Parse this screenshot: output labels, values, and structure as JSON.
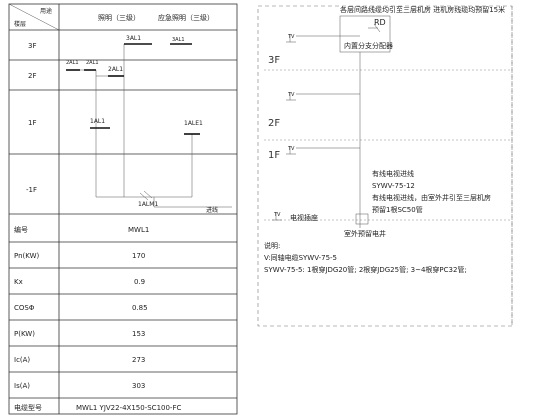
{
  "table": {
    "corner_top": "用途",
    "corner_bottom": "楼层",
    "col_lighting": "照明（三级）",
    "col_emergency": "应急照明（三级）",
    "floors": [
      "3F",
      "2F",
      "1F",
      "-1F"
    ],
    "rows": [
      {
        "label": "编号",
        "value": "MWL1"
      },
      {
        "label": "Pn(KW)",
        "value": "170"
      },
      {
        "label": "Kx",
        "value": "0.9"
      },
      {
        "label": "COSΦ",
        "value": "0.85"
      },
      {
        "label": "P(KW)",
        "value": "153"
      },
      {
        "label": "Ic(A)",
        "value": "273"
      },
      {
        "label": "Is(A)",
        "value": "303"
      },
      {
        "label": "电缆型号",
        "value": "MWL1  YJV22-4X150-SC100-FC"
      }
    ],
    "boxes": {
      "b3al1": "3AL1",
      "b3al1x": "3AL1",
      "b2al1a": "2AL1",
      "b2al1b": "2AL1",
      "b1al1": "1AL1",
      "b1ale1": "1ALE1",
      "b1alm1": "1ALM1",
      "incoming": "进线"
    }
  },
  "tv": {
    "top_note": "各层间路线缆均引至三层机房  进机房线缆均预留15米",
    "rd_label": "RD",
    "splitter_label": "内置分支分配器",
    "floors": [
      "3F",
      "2F",
      "1F"
    ],
    "outlet_label": "TV",
    "incoming_title": "有线电视进线",
    "incoming_1": "SYWV-75-12",
    "incoming_2": "有线电视进线，由室外井引至三层机房",
    "incoming_3": "预留1根SC50管",
    "legend_outlet": "电视插座",
    "outdoor_box": "室外预留电井",
    "notes_title": "说明:",
    "note_1": "V:同轴电缆SYWV-75-5",
    "note_2": "SYWV-75-5: 1根穿JDG20管; 2根穿JDG25管; 3~4根穿PC32管;"
  }
}
